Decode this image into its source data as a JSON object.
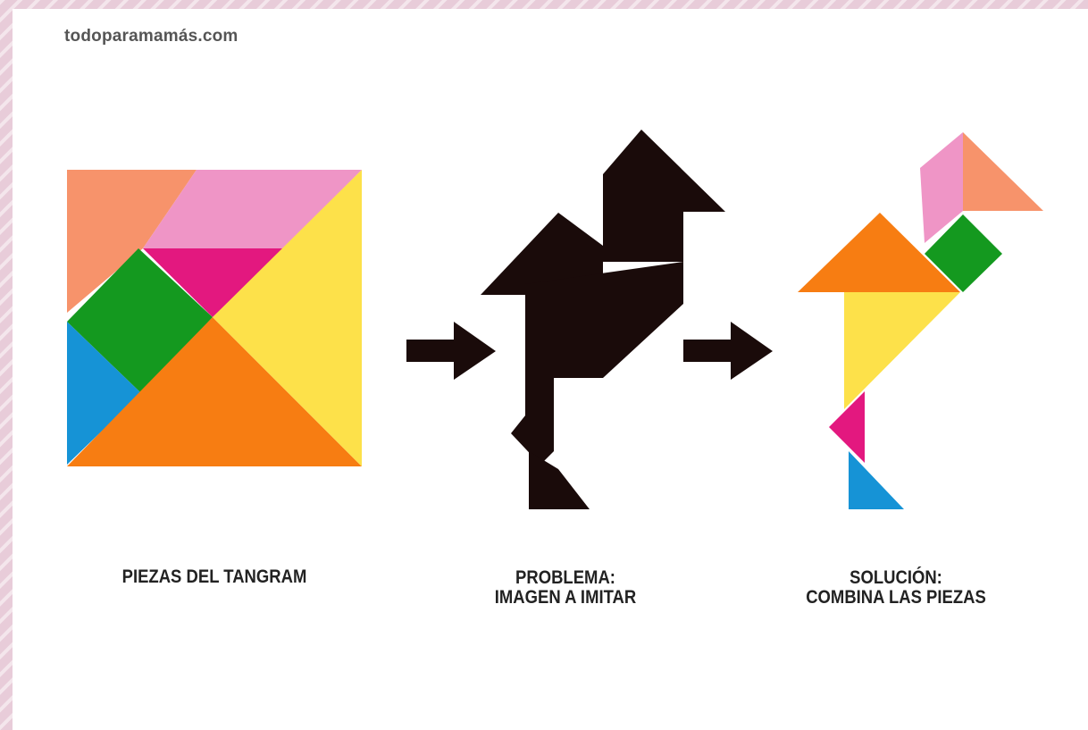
{
  "site": {
    "credit": "todoparamamás.com"
  },
  "captions": {
    "pieces": "PIEZAS DEL TANGRAM",
    "problem_line1": "PROBLEMA:",
    "problem_line2": "IMAGEN A IMITAR",
    "solution_line1": "SOLUCIÓN:",
    "solution_line2": "COMBINA LAS PIEZAS"
  },
  "colors": {
    "frame": "#e6c9d6",
    "frame_stripe": "#f3e4eb",
    "salmon": "#f7936b",
    "pink": "#ef95c6",
    "magenta": "#e3187f",
    "green": "#14991f",
    "blue": "#1693d6",
    "orange": "#f77d12",
    "yellow": "#fde14a",
    "silhouette": "#1a0b0a",
    "arrow": "#1a0b0a"
  }
}
